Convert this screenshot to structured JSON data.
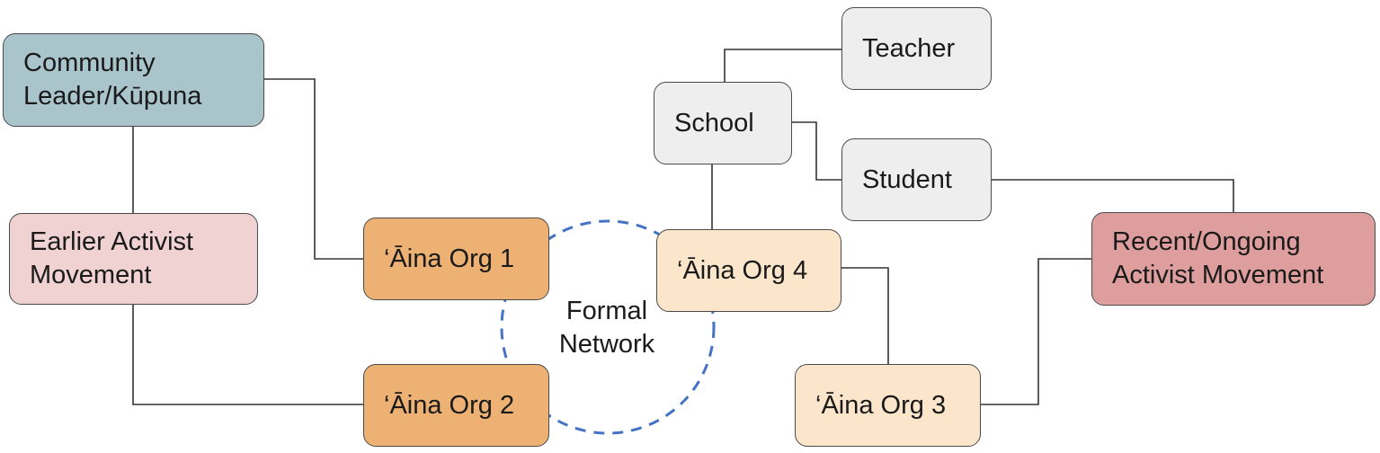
{
  "colors": {
    "leader_fill": "#a9c5cb",
    "earlier_movement_fill": "#f0d2d2",
    "recent_movement_fill": "#df9e9e",
    "org_core_fill": "#edb273",
    "org_outer_fill": "#fbe6cc",
    "school_group_fill": "#eeeeee",
    "connector": "#333333",
    "network_circle": "#4472c4"
  },
  "nodes": {
    "community_leader": "Community\nLeader/Kūpuna",
    "earlier_movement": "Earlier Activist\nMovement",
    "aina_org_1": "‘Āina Org 1",
    "aina_org_2": "‘Āina Org 2",
    "aina_org_3": "‘Āina Org 3",
    "aina_org_4": "‘Āina Org 4",
    "school": "School",
    "teacher": "Teacher",
    "student": "Student",
    "recent_movement": "Recent/Ongoing\nActivist Movement"
  },
  "network_label": "Formal\nNetwork"
}
